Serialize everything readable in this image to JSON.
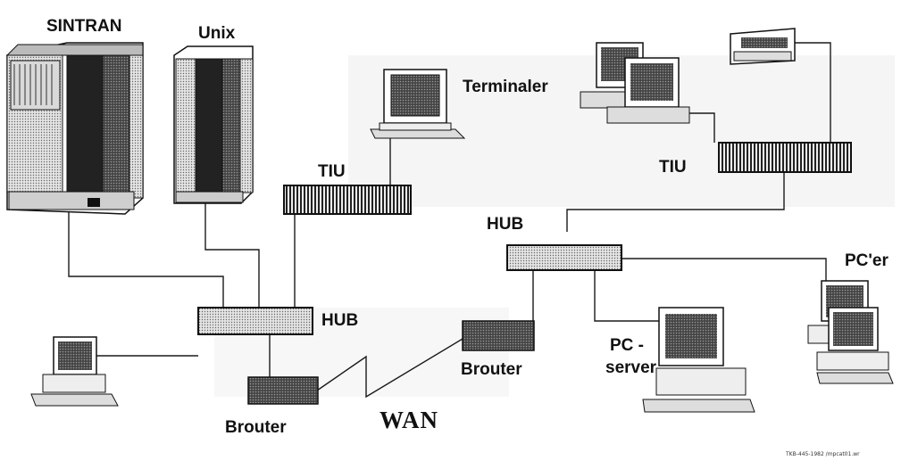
{
  "labels": {
    "sintran": "SINTRAN",
    "unix": "Unix",
    "terminaler": "Terminaler",
    "tiu_left": "TIU",
    "tiu_right": "TIU",
    "hub_left": "HUB",
    "hub_right": "HUB",
    "brouter_left": "Brouter",
    "brouter_right": "Brouter",
    "wan": "WAN",
    "pc_server_line1": "PC -",
    "pc_server_line2": "server",
    "pcer": "PC'er",
    "footer_code": "TKB-445-1982 /mpcat01.wr"
  },
  "colors": {
    "line": "#1a1a1a",
    "background_panel": "#f2f2f2",
    "device_dark": "#3a3a3a",
    "device_light": "#d6d6d6"
  }
}
